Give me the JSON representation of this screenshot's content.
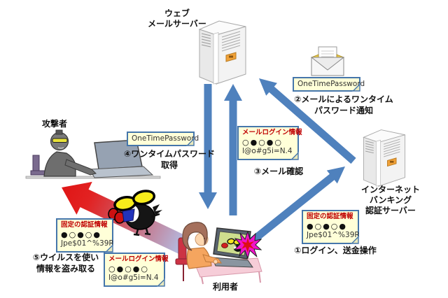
{
  "colors": {
    "arrow_blue": "#4f81bd",
    "arrow_red_head": "#e01515",
    "arrow_red_tail": "#b2c0e8",
    "note_bg": "#ffffd8",
    "note_border": "#4576ab",
    "note_title": "#c00000",
    "server_badge": "#f0a138",
    "starburst_outer": "#f311cb",
    "starburst_inner": "#dd0f15"
  },
  "nodes": {
    "web_mail_server": {
      "label": "ウェブ\nメールサーバー"
    },
    "banking_server": {
      "label": "インターネット\nバンキング\n認証サーバー"
    },
    "attacker": {
      "label": "攻撃者"
    },
    "user": {
      "label": "利用者"
    }
  },
  "notes": {
    "otp_mail": {
      "text": "OneTimePassword"
    },
    "otp_attacker": {
      "text": "OneTimePassword"
    },
    "mail_login_check": {
      "title": "メールログイン情報",
      "dots": "○●○●○",
      "value": "l@o#g5i=N.4"
    },
    "mail_login_stolen": {
      "title": "メールログイン情報",
      "dots": "○●○●○",
      "value": "l@o#g5i=N.4"
    },
    "fixed_auth_login": {
      "title": "固定の認証情報",
      "dots": "●○●○●",
      "value": "Jpe$01^%39R"
    },
    "fixed_auth_stolen": {
      "title": "固定の認証情報",
      "dots": "●○●○●",
      "value": "Jpe$01^%39R"
    }
  },
  "steps": {
    "step1": "①ログイン、送金操作",
    "step2": "②メールによるワンタイム\nパスワード通知",
    "step3": "③メール確認",
    "step4": "④ワンタイムパスワード\n取得",
    "step5": "⑤ウイルスを使い\n情報を盗み取る"
  }
}
